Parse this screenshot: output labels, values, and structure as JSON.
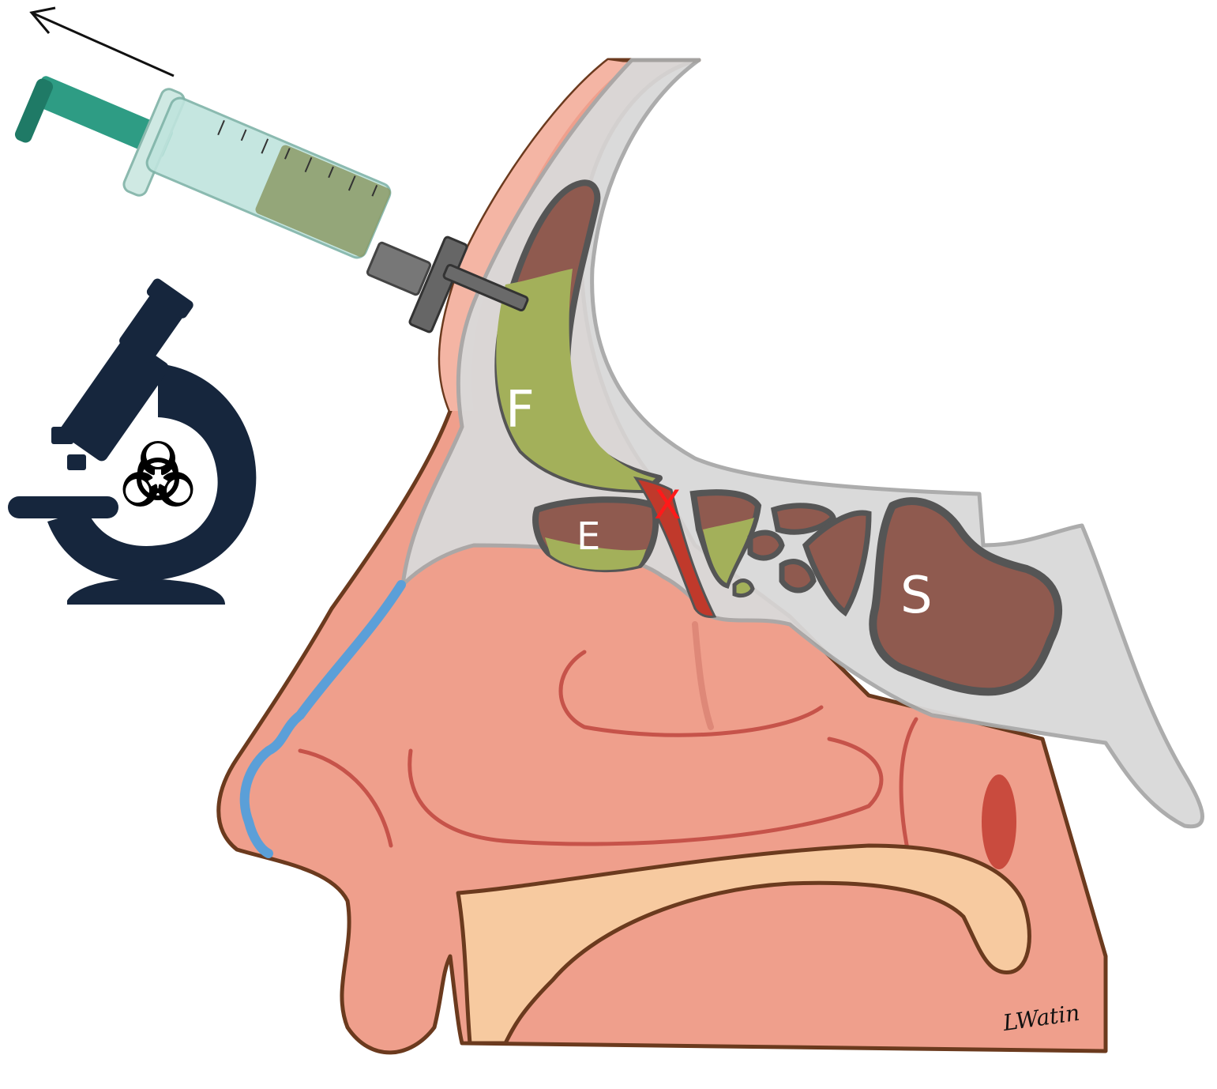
{
  "labels": {
    "frontal_sinus": "F",
    "ethmoid_sinus": "E",
    "sphenoid_sinus": "S",
    "obstruction_mark": "X"
  },
  "signature": "LWatin",
  "icons": {
    "direction": "arrow-up-left-icon",
    "syringe": "syringe-icon",
    "microscope": "microscope-icon",
    "biohazard": "biohazard-icon"
  },
  "colors": {
    "skin_outline": "#6b3a1e",
    "skin": "#ef9f8c",
    "skin_light": "#f4b5a4",
    "bone": "#d9d9d9",
    "bone_outline": "#8a8a8a",
    "sinus_fill": "#8f5a4f",
    "sinus_outline": "#555555",
    "pus": "#a3b05a",
    "blockage": "#c0392b",
    "x_mark": "#ff1a1a",
    "mucosa_line": "#c6534a",
    "palate": "#f7caa0",
    "drip": "#5b9fd8",
    "microscope": "#16263d",
    "syringe_green": "#2e9c84",
    "needle_gray": "#666666"
  }
}
